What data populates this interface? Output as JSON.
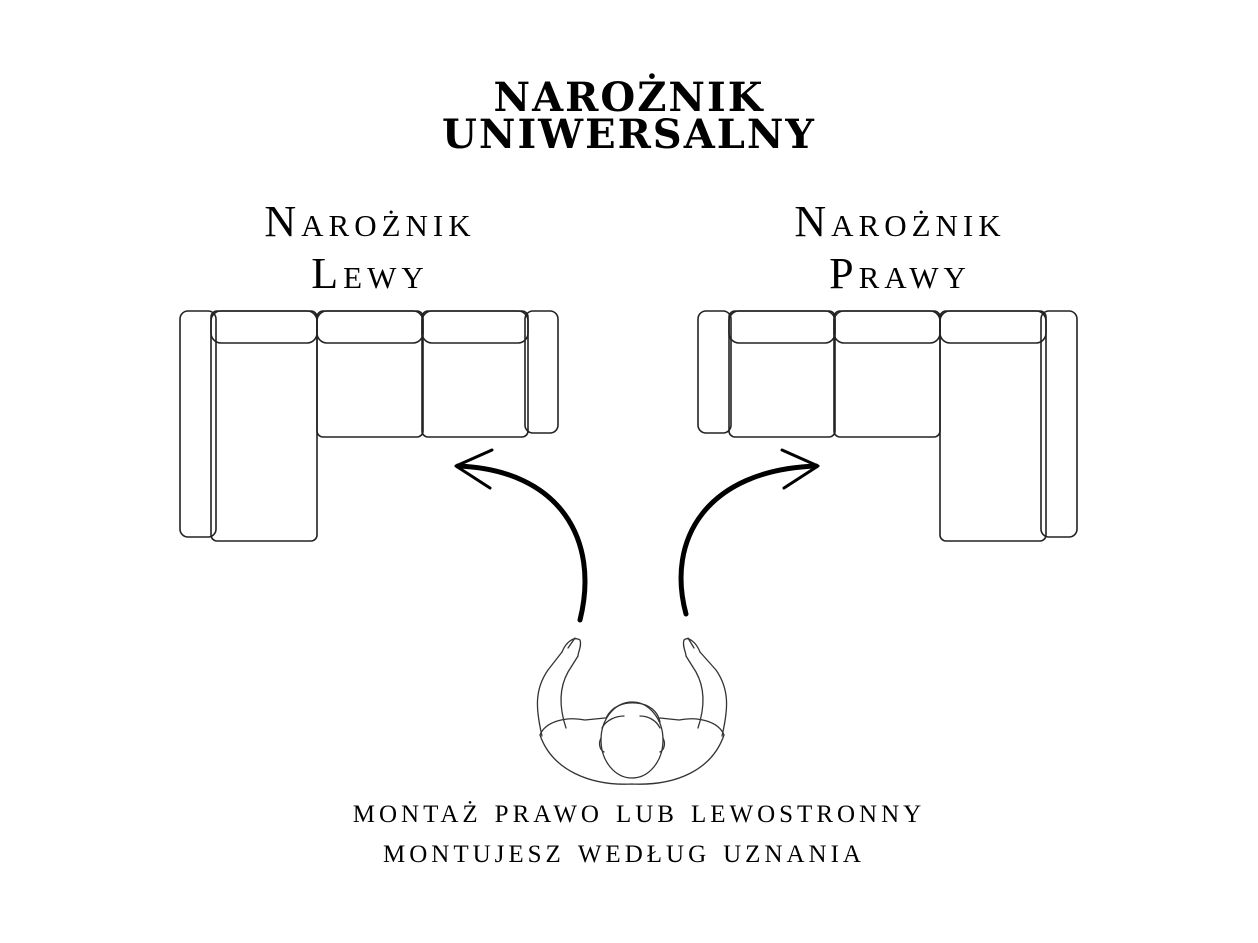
{
  "title": {
    "line1": "NAROŻNIK",
    "line2": "UNIWERSALNY"
  },
  "left_corner": {
    "line1": "Narożnik",
    "line2": "Lewy"
  },
  "right_corner": {
    "line1": "Narożnik",
    "line2": "Prawy"
  },
  "caption": {
    "line1": "montaż prawo lub lewostronny",
    "line2": "montujesz według uznania"
  }
}
